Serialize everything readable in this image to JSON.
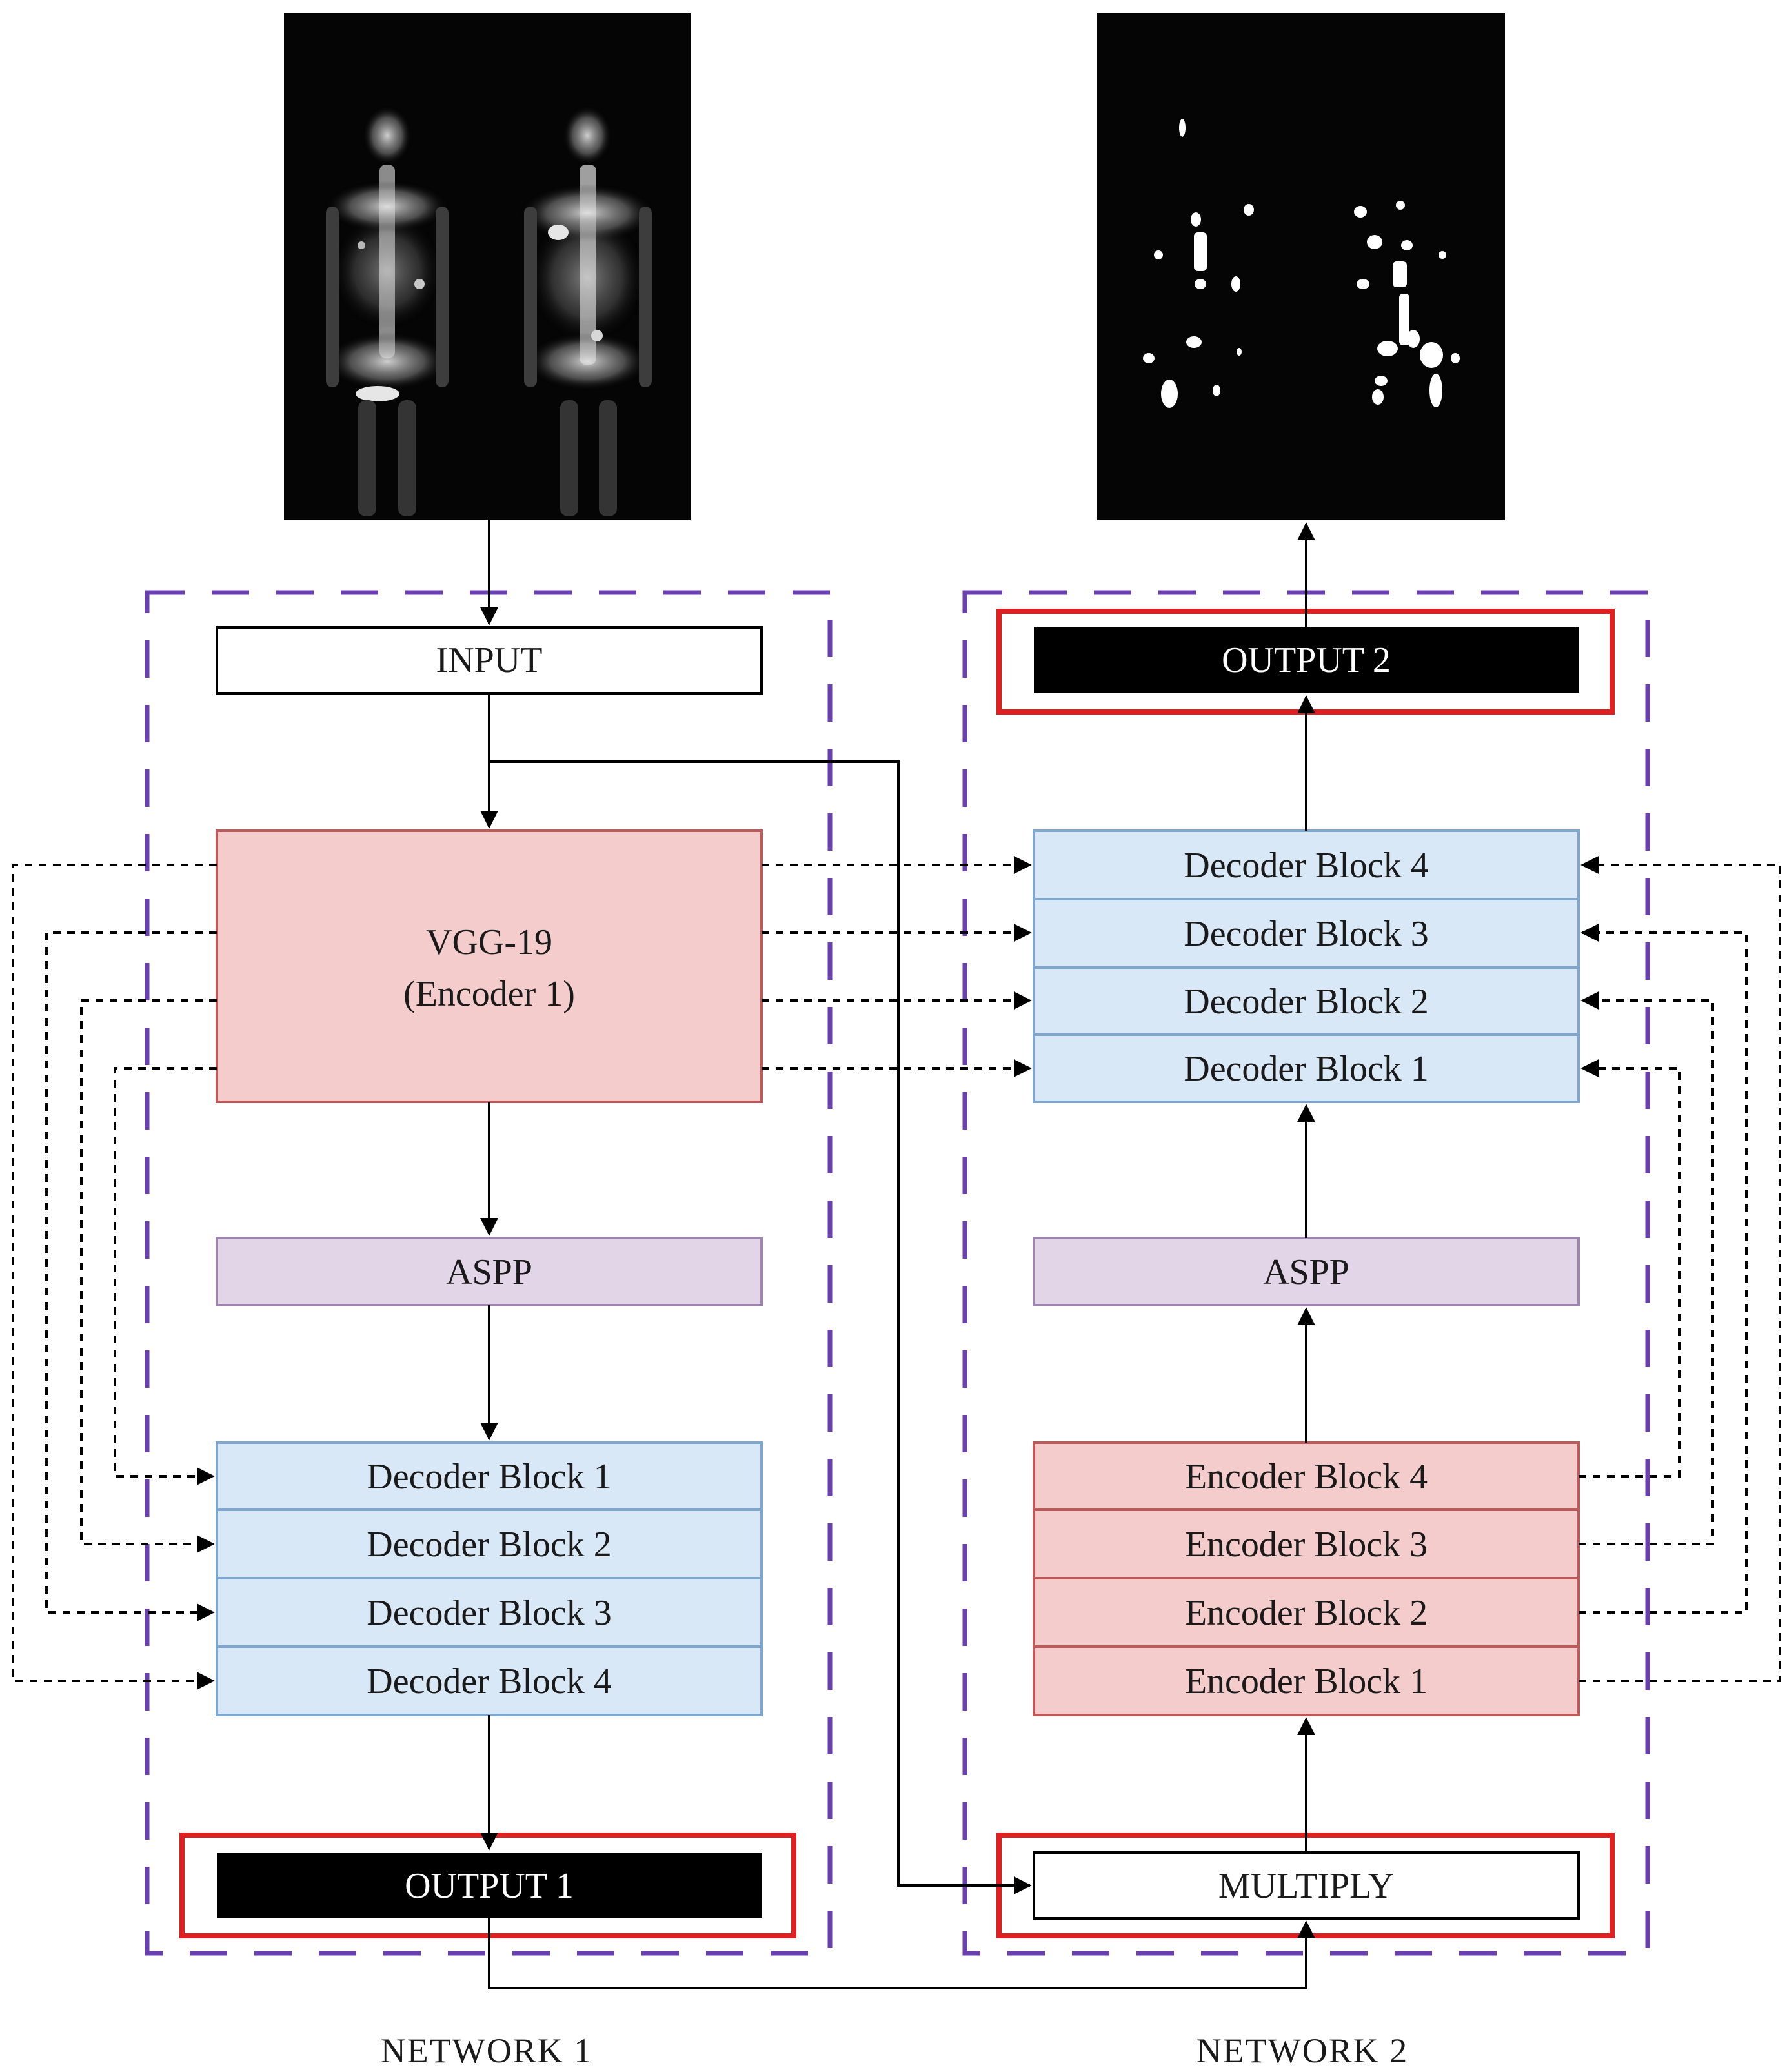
{
  "network1": {
    "caption": "NETWORK 1",
    "input": "INPUT",
    "encoder_line1": "VGG-19",
    "encoder_line2": "(Encoder 1)",
    "aspp": "ASPP",
    "decoder_blocks": [
      "Decoder Block 1",
      "Decoder Block 2",
      "Decoder Block 3",
      "Decoder Block 4"
    ],
    "output": "OUTPUT 1"
  },
  "network2": {
    "caption": "NETWORK 2",
    "multiply": "MULTIPLY",
    "encoder_blocks": [
      "Encoder Block 4",
      "Encoder Block 3",
      "Encoder Block 2",
      "Encoder Block 1"
    ],
    "aspp": "ASPP",
    "decoder_blocks": [
      "Decoder Block 4",
      "Decoder Block 3",
      "Decoder Block 2",
      "Decoder Block 1"
    ],
    "output": "OUTPUT 2"
  },
  "colors": {
    "encoder_fill": "#f5cccc",
    "encoder_stroke": "#c05a5a",
    "decoder_fill": "#d9e8f6",
    "decoder_stroke": "#7fa6cf",
    "aspp_fill": "#e3d5e8",
    "aspp_stroke": "#9c86ad",
    "network_border": "#6a3fb0",
    "highlight": "#e02020",
    "output_fill": "#000000"
  },
  "images": {
    "input": "bone-scan-image",
    "output": "segmentation-mask-image"
  }
}
